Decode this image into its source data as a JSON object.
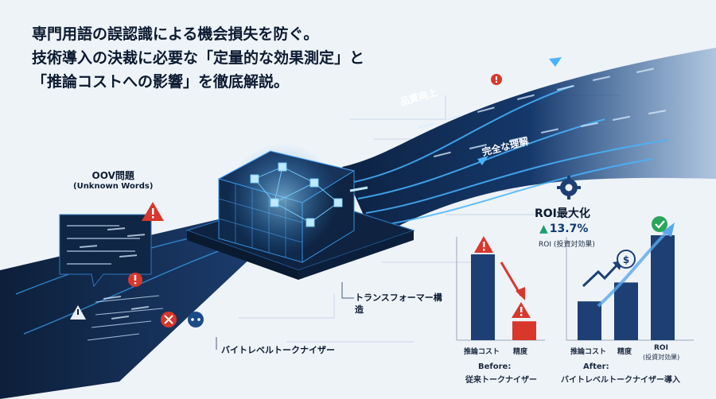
{
  "headline": {
    "line1": "専門用語の誤認識による機会損失を防ぐ。",
    "line2": "技術導入の決裁に必要な「定量的な効果測定」と",
    "line3": "「推論コストへの影響」を徹底解説。"
  },
  "left_panel": {
    "title": "OOV問題",
    "subtitle": "(Unknown Words)"
  },
  "stream_labels": {
    "quality": "品質向上",
    "understanding": "完全な理解"
  },
  "diagram_labels": {
    "transformer": "トランスフォーマー構造",
    "byte_tokenizer": "バイトレベルトークナイザー"
  },
  "roi": {
    "title": "ROI最大化",
    "value": "13.7%",
    "caption": "ROI (投資対効果)"
  },
  "chart_data": [
    {
      "type": "bar",
      "title": "",
      "categories": [
        "推論コスト",
        "精度"
      ],
      "values": [
        1.0,
        0.22
      ],
      "caption_line1": "Before:",
      "caption_line2": "従来トークナイザー"
    },
    {
      "type": "bar",
      "title": "",
      "categories": [
        "推論コスト",
        "精度",
        "ROI"
      ],
      "category_sublabels": [
        "",
        "",
        "(投資対効果)"
      ],
      "values": [
        0.37,
        0.55,
        1.0
      ],
      "caption_line1": "After:",
      "caption_line2": "バイトレベルトークナイザー導入"
    }
  ],
  "colors": {
    "bar_navy": "#1d3f74",
    "bar_red": "#d8372c",
    "accent_blue": "#2f8fe6",
    "ok_green": "#2aa65a"
  }
}
